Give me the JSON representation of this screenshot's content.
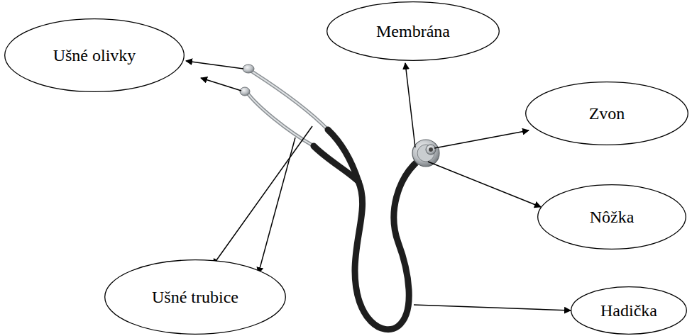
{
  "diagram": {
    "nodes": [
      {
        "text": [
          "Ušné olivky"
        ]
      },
      {
        "text": [
          "Membrána"
        ]
      },
      {
        "text": [
          "Zvon"
        ]
      },
      {
        "text": [
          "Nôžka"
        ]
      },
      {
        "text": [
          "Ušné trubice"
        ]
      },
      {
        "text": [
          "Hadička"
        ]
      }
    ]
  }
}
